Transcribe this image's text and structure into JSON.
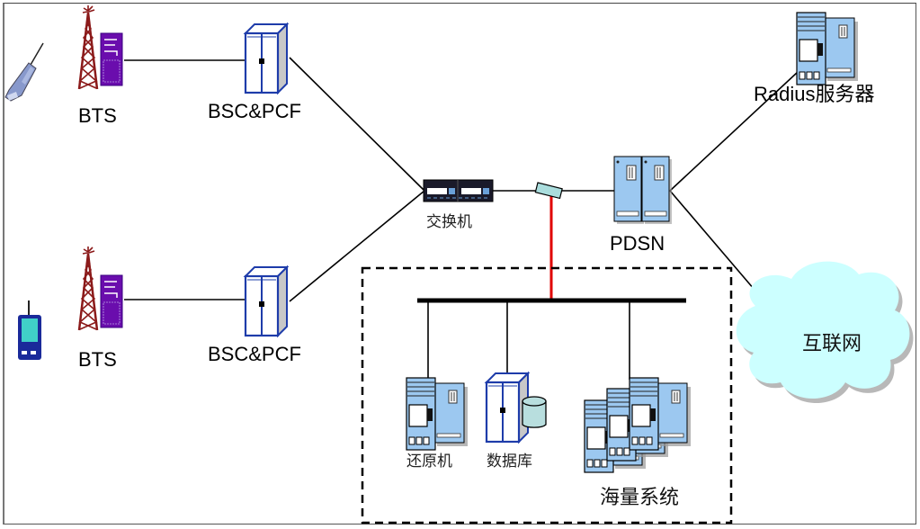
{
  "diagram": {
    "type": "network-topology",
    "nodes": {
      "phone_top": {
        "label": "",
        "icon": "mobile-phone-icon"
      },
      "pda_bottom": {
        "label": "",
        "icon": "pda-icon"
      },
      "bts_top": {
        "label": "BTS",
        "icon": "cell-tower-icon"
      },
      "bts_bottom": {
        "label": "BTS",
        "icon": "cell-tower-icon"
      },
      "bsc_top": {
        "label": "BSC&PCF",
        "icon": "cabinet-icon"
      },
      "bsc_bottom": {
        "label": "BSC&PCF",
        "icon": "cabinet-icon"
      },
      "switch": {
        "label": "交换机",
        "icon": "switch-icon"
      },
      "tap": {
        "label": "",
        "icon": "splitter-icon"
      },
      "pdsn": {
        "label": "PDSN",
        "icon": "server-icon"
      },
      "radius": {
        "label": "Radius服务器",
        "icon": "server-icon"
      },
      "internet": {
        "label": "互联网",
        "icon": "cloud-icon"
      },
      "restore": {
        "label": "还原机",
        "icon": "server-icon"
      },
      "database": {
        "label": "数据库",
        "icon": "database-icon"
      },
      "mass": {
        "label": "海量系统",
        "icon": "server-cluster-icon"
      }
    },
    "edges": [
      [
        "bts_top",
        "bsc_top"
      ],
      [
        "bts_bottom",
        "bsc_bottom"
      ],
      [
        "bsc_top",
        "switch"
      ],
      [
        "bsc_bottom",
        "switch"
      ],
      [
        "switch",
        "tap"
      ],
      [
        "tap",
        "pdsn"
      ],
      [
        "pdsn",
        "radius"
      ],
      [
        "pdsn",
        "internet"
      ],
      [
        "tap",
        "bus"
      ],
      [
        "bus",
        "restore"
      ],
      [
        "bus",
        "database"
      ],
      [
        "bus",
        "mass"
      ]
    ],
    "colors": {
      "tower": "#8b1a1a",
      "bts_box": "#6a0dad",
      "cabinet_outline": "#1e3caa",
      "server_fill": "#9cc8f0",
      "cloud_fill": "#ccffff",
      "tap_link": "#e00000",
      "line": "#000000"
    }
  }
}
